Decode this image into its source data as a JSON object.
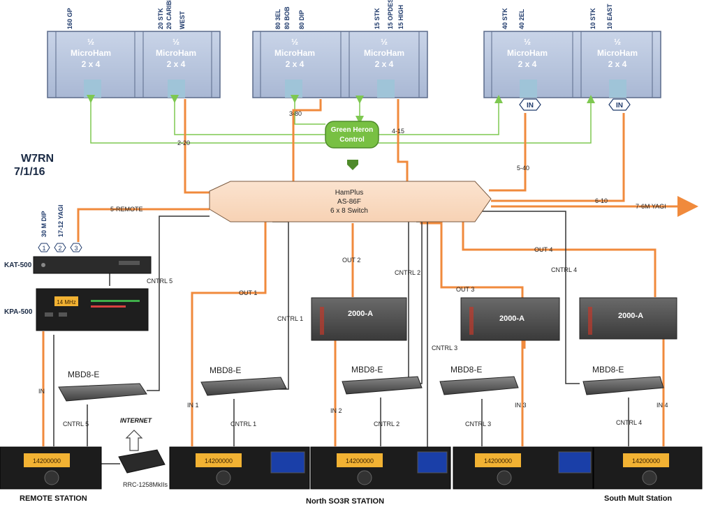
{
  "title": {
    "call": "W7RN",
    "date": "7/1/16"
  },
  "switch_boxes": [
    {
      "ports": [
        "160 GP"
      ],
      "units": [
        "½\nMicroHam\n2 x 4",
        "½\nMicroHam\n2 x 4"
      ],
      "ports2": [
        "20 STK",
        "20 CARIBE",
        "WEST"
      ]
    },
    {
      "ports": [
        "80 3EL",
        "80 BOB",
        "80 DIP"
      ],
      "ports2": [
        "15 STK",
        "15 OPDES",
        "15 HIGH"
      ]
    },
    {
      "ports": [
        "40 STK",
        "40 2EL"
      ],
      "ports2": [
        "10 STK",
        "10 EAST"
      ]
    }
  ],
  "unit_label": {
    "half": "½",
    "name": "MicroHam",
    "size": "2 x 4"
  },
  "in_badge": "IN",
  "green_heron": {
    "line1": "Green Heron",
    "line2": "Control"
  },
  "hamplus": {
    "line1": "HamPlus",
    "line2": "AS-86F",
    "line3": "6 x 8 Switch"
  },
  "line_labels": {
    "l_3_80": "3-80",
    "l_4_15": "4-15",
    "l_2_20": "2-20",
    "l_5_40": "5-40",
    "l_6_10": "6-10",
    "l_7_6m": "7-6M YAGI",
    "l_5_remote": "5-REMOTE"
  },
  "remote_antennas": {
    "a1": "30 M DIP",
    "a2": "17-12 YAGI",
    "n1": "1",
    "n2": "2",
    "n3": "3"
  },
  "devices": {
    "kat": "KAT-500",
    "kpa": "KPA-500",
    "amp": "2000-A",
    "mbd": "MBD8-E",
    "kpa_display": "14 MHz"
  },
  "control_labels": {
    "cntrl1": "CNTRL 1",
    "cntrl2": "CNTRL 2",
    "cntrl3": "CNTRL 3",
    "cntrl4": "CNTRL 4",
    "cntrl5": "CNTRL 5",
    "out1": "OUT 1",
    "out2": "OUT 2",
    "out3": "OUT 3",
    "out4": "OUT 4",
    "in": "IN",
    "in1": "IN 1",
    "in2": "IN 2",
    "in3": "IN 3",
    "in4": "IN 4"
  },
  "internet": "INTERNET",
  "rrc": "RRC-1258MkIIs",
  "stations": {
    "remote": "REMOTE STATION",
    "north": "North SO3R STATION",
    "south": "South Mult Station"
  },
  "radio_display": "14200000",
  "colors": {
    "rf": "#f4a261",
    "control": "#333333",
    "green_link": "#7ec850",
    "box_fill": "#b8c6de"
  }
}
